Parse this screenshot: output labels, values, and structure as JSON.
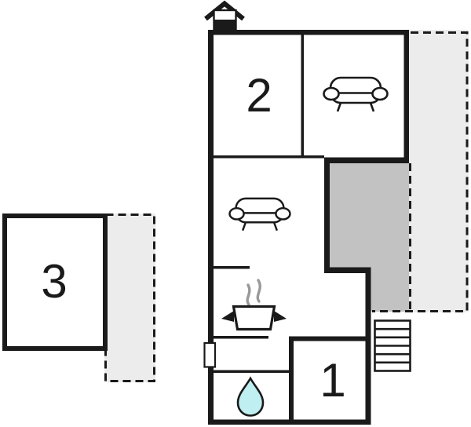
{
  "floor_plan": {
    "type": "floor-plan",
    "rooms": [
      {
        "id": "room-2",
        "label": "2"
      },
      {
        "id": "room-3",
        "label": "3"
      },
      {
        "id": "room-1",
        "label": "1"
      }
    ],
    "icons": [
      {
        "name": "entrance-icon"
      },
      {
        "name": "sofa-icon-top-room"
      },
      {
        "name": "sofa-icon-living-room"
      },
      {
        "name": "stove-pot-icon"
      },
      {
        "name": "steam-icon"
      },
      {
        "name": "water-drop-icon"
      },
      {
        "name": "stairs-icon"
      },
      {
        "name": "door-icon"
      }
    ],
    "stairs": {
      "step_count": 6
    },
    "colors": {
      "wall": "#1a1a1a",
      "balcony_fill": "#c2c2c2",
      "terrace_fill": "#ececec",
      "water_drop_fill": "#bfeff0",
      "steam": "#999999",
      "background": "#ffffff"
    }
  }
}
